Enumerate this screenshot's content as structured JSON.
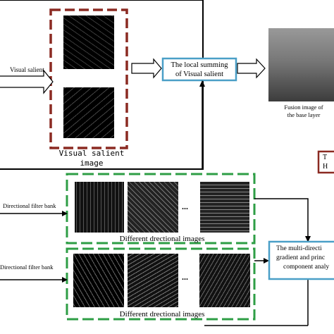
{
  "labels": {
    "visual_salient_input": "Visual salient",
    "visual_salient_image_line1": "Visual salient",
    "visual_salient_image_line2": "image",
    "local_summing_line1": "The local summing",
    "local_summing_line2": "of Visual salient",
    "fusion_line1": "Fusion image of",
    "fusion_line2": "the base layer",
    "directional_filter_bank_1": "Directional filter bank",
    "directional_filter_bank_2": "Directional filter bank",
    "different_directional_images_1": "Different drectional images",
    "different_directional_images_2": "Different drectional images",
    "ellipsis_1": "...",
    "ellipsis_2": "...",
    "multi_line1": "The multi-directi",
    "multi_line2": "gradient and princ",
    "multi_line3": "component analy",
    "cut_box_line1": "T",
    "cut_box_line2": "H"
  },
  "colors": {
    "dark_red_dashed": "#8b2a22",
    "green_dashed": "#2e9e45",
    "blue_box": "#4a9fc7",
    "black": "#000000"
  }
}
